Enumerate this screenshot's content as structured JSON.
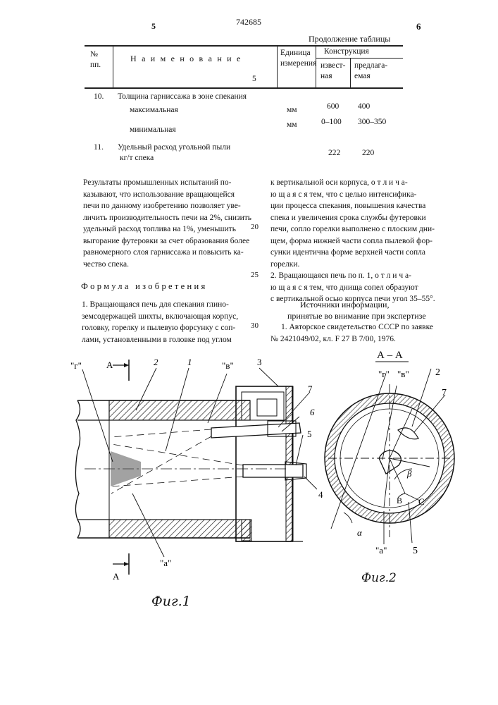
{
  "header": {
    "page_left": "5",
    "doc_number": "742685",
    "page_right": "6"
  },
  "table": {
    "continuation": "Продолжение таблицы",
    "col_no": "№ пп.",
    "col_name": "Н а и м е н о в а н и е",
    "col_unit": "Единица измерения",
    "col_design": "Конструкция",
    "col_known": "извест- ная",
    "col_proposed": "предлага- емая",
    "margin_mark": "5",
    "rows": [
      {
        "no": "10.",
        "name": "Толщина гарниссажа в зоне спекания",
        "unit": "",
        "known": "",
        "proposed": ""
      },
      {
        "no": "",
        "name": "максимальная",
        "unit": "мм",
        "known": "600",
        "proposed": "400"
      },
      {
        "no": "",
        "name": "минимальная",
        "unit": "мм",
        "known": "0–100",
        "proposed": "300–350"
      },
      {
        "no": "11.",
        "name": "Удельный расход угольной пыли",
        "unit": "",
        "known": "",
        "proposed": ""
      },
      {
        "no": "",
        "name": "кг/т спека",
        "unit": "",
        "known": "222",
        "proposed": "220"
      }
    ]
  },
  "left_column": {
    "results_lines": [
      "Результаты промышленных испытаний по-",
      "казывают, что использование вращающейся",
      "печи по данному изобретению позволяет уве-",
      "личить производительность печи на 2%, снизить",
      "удельный расход топлива на 1%, уменьшить",
      "выгорание футеровки за счет образования более",
      "равномерного слоя гарниссажа и повысить ка-",
      "чество спека."
    ],
    "formula_title": "Формула изобретения",
    "claim1_lines": [
      "1. Вращающаяся печь для спекания глино-",
      "земсодержащей шихты, включающая корпус,",
      "головку, горелку и пылевую форсунку с соп-",
      "лами, установленными в головке под углом"
    ]
  },
  "right_column": {
    "claim1_cont_lines": [
      "к вертикальной оси корпуса, о т л и ч а-",
      "ю щ а я с я  тем, что с целью интенсифика-",
      "ции процесса спекания, повышения качества",
      "спека и увеличения срока службы футеровки",
      "печи, сопло горелки выполнено с плоским дни-",
      "щем, форма нижней части сопла пылевой фор-",
      "сунки идентична форме верхней части сопла",
      "горелки."
    ],
    "claim2_lines": [
      "2. Вращающаяся печь по п. 1, о т л и ч а-",
      "ю щ а я с я  тем, что днища сопел образуют",
      "с вертикальной осью корпуса печи угол 35–55°."
    ],
    "sources_title": "Источники информации,",
    "sources_subtitle": "принятые во внимание при экспертизе",
    "sources_lines": [
      "1. Авторское свидетельство СССР по заявке",
      "№ 2421049/02, кл. F 27 В 7/00, 1976."
    ]
  },
  "line_numbers": [
    "20",
    "25",
    "30"
  ],
  "figure1": {
    "section_mark": "А",
    "labels": [
      "\"г\"",
      "2",
      "1",
      "\"в\"",
      "3",
      "7",
      "6",
      "5",
      "4",
      "\"а\""
    ],
    "caption": "Фиг.1"
  },
  "figure2": {
    "title": "А – А",
    "labels": [
      "\"г\"",
      "\"в\"",
      "2",
      "7",
      "β",
      "В",
      "С",
      "α",
      "\"а\"",
      "5"
    ],
    "caption": "Фиг.2"
  }
}
